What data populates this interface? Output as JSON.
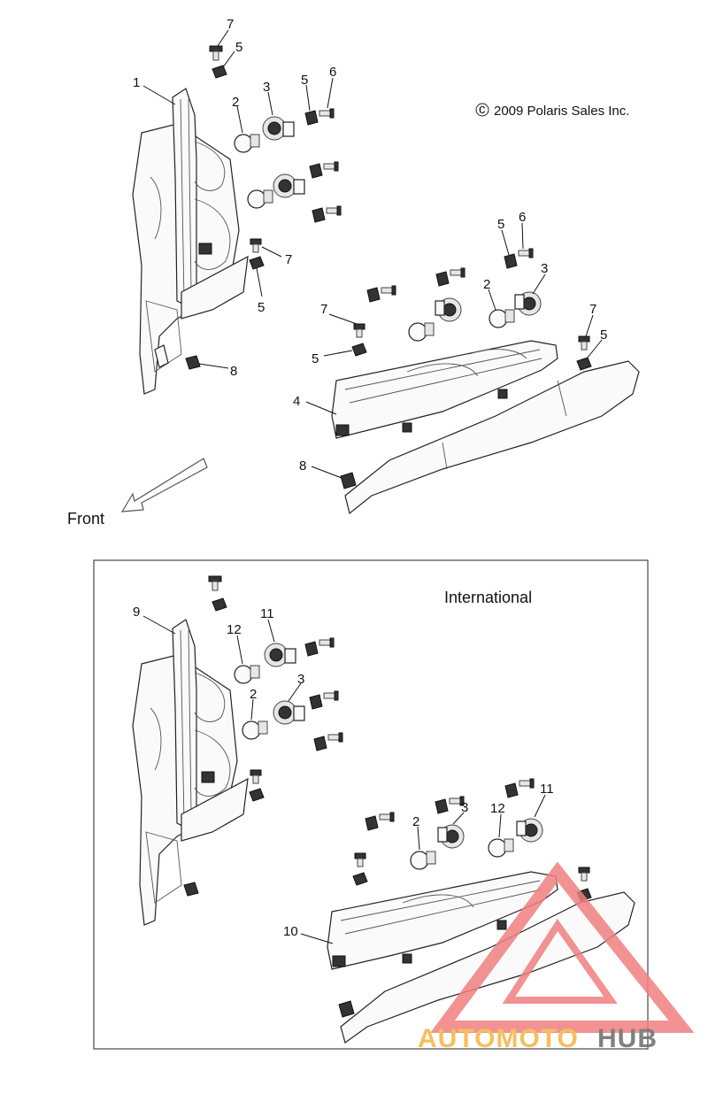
{
  "copyright": "2009 Polaris Sales Inc.",
  "copyright_symbol": "c",
  "front_label": "Front",
  "section_label": "International",
  "watermark": {
    "part1": "AUTOMOTO",
    "part2": "HUB",
    "color_primary": "#f08080",
    "color_secondary": "#f5b342",
    "color_tertiary": "#6a6a6a"
  },
  "callouts_top": [
    {
      "id": "c7a",
      "text": "7"
    },
    {
      "id": "c5a",
      "text": "5"
    },
    {
      "id": "c1",
      "text": "1"
    },
    {
      "id": "c2a",
      "text": "2"
    },
    {
      "id": "c3a",
      "text": "3"
    },
    {
      "id": "c5b",
      "text": "5"
    },
    {
      "id": "c6a",
      "text": "6"
    },
    {
      "id": "c7b",
      "text": "7"
    },
    {
      "id": "c5c",
      "text": "5"
    },
    {
      "id": "c8a",
      "text": "8"
    },
    {
      "id": "c5d",
      "text": "5"
    },
    {
      "id": "c6b",
      "text": "6"
    },
    {
      "id": "c2b",
      "text": "2"
    },
    {
      "id": "c3b",
      "text": "3"
    },
    {
      "id": "c7c",
      "text": "7"
    },
    {
      "id": "c7d",
      "text": "7"
    },
    {
      "id": "c5e",
      "text": "5"
    },
    {
      "id": "c5f",
      "text": "5"
    },
    {
      "id": "c4",
      "text": "4"
    },
    {
      "id": "c8b",
      "text": "8"
    }
  ],
  "callouts_bottom": [
    {
      "id": "c9",
      "text": "9"
    },
    {
      "id": "c12a",
      "text": "12"
    },
    {
      "id": "c11a",
      "text": "11"
    },
    {
      "id": "c2c",
      "text": "2"
    },
    {
      "id": "c3c",
      "text": "3"
    },
    {
      "id": "c11b",
      "text": "11"
    },
    {
      "id": "c3d",
      "text": "3"
    },
    {
      "id": "c2d",
      "text": "2"
    },
    {
      "id": "c12b",
      "text": "12"
    },
    {
      "id": "c10",
      "text": "10"
    }
  ]
}
